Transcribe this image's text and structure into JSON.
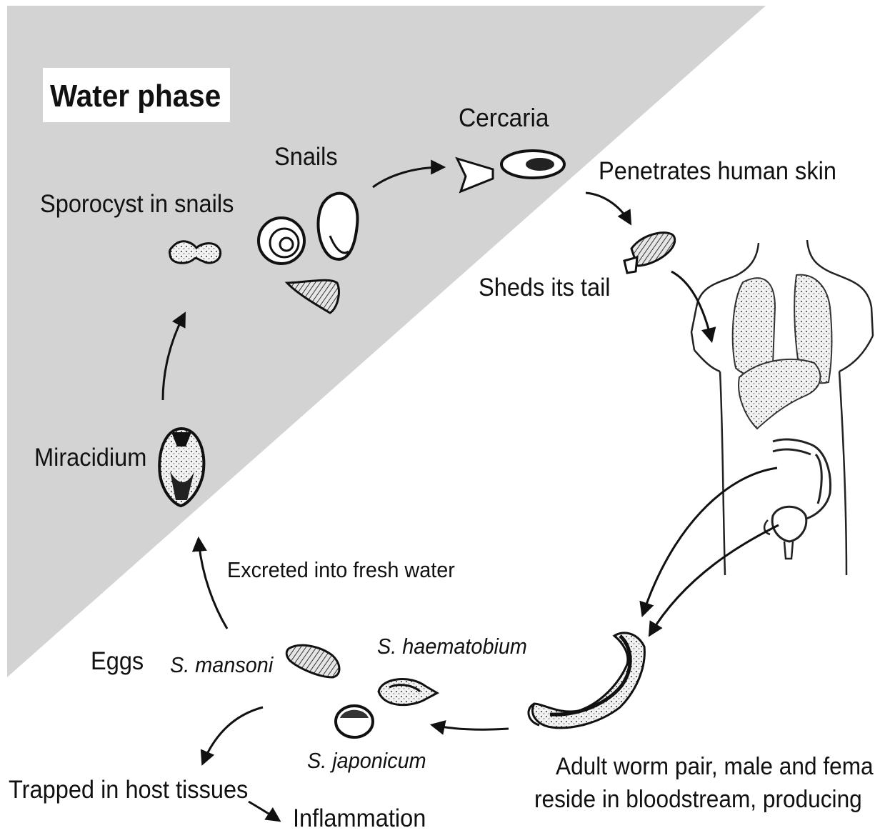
{
  "phase_label": "Water phase",
  "labels": {
    "cercaria": "Cercaria",
    "penetrates": "Penetrates human skin",
    "snails": "Snails",
    "sporocyst": "Sporocyst in snails",
    "sheds_tail": "Sheds its tail",
    "miracidium": "Miracidium",
    "excreted": "Excreted into fresh water",
    "eggs": "Eggs",
    "s_mansoni": "S. mansoni",
    "s_haematobium": "S. haematobium",
    "s_japonicum": "S. japonicum",
    "trapped": "Trapped in host tissues",
    "inflammation": "Inflammation",
    "adult_line1": "Adult worm pair, male and fema",
    "adult_line2": "reside in bloodstream, producing"
  },
  "colors": {
    "water_phase_bg": "#d3d3d3",
    "ink": "#111111",
    "stipple_fill": "#c8c8c8"
  }
}
